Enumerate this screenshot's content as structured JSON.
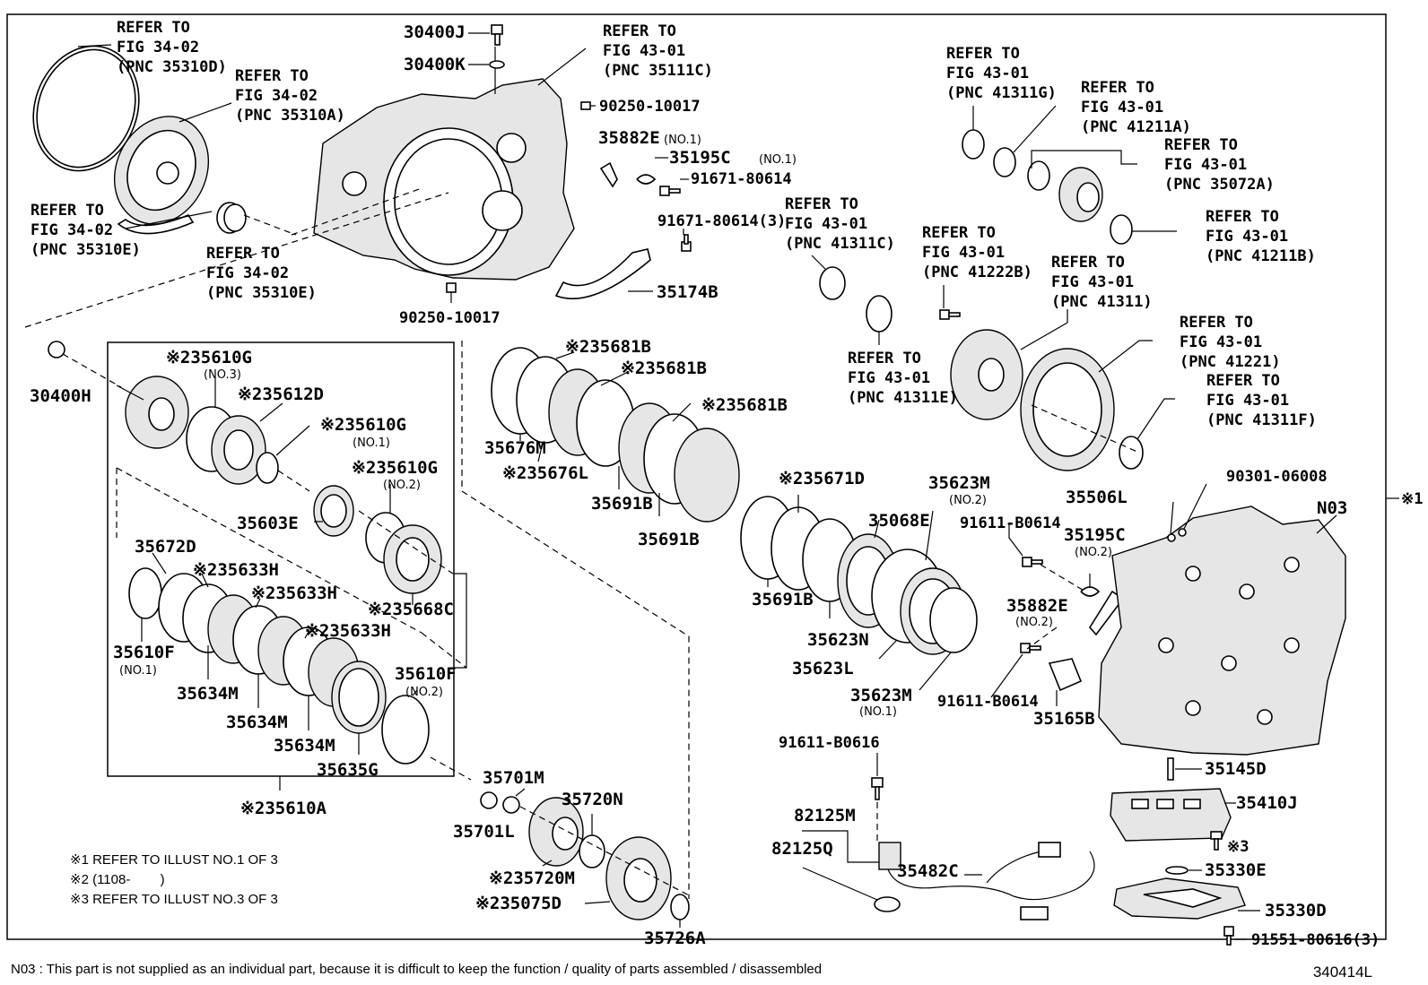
{
  "labels": [
    {
      "id": "ref-35310d",
      "lines": [
        "REFER TO",
        "FIG 34-02",
        "(PNC 35310D)"
      ]
    },
    {
      "id": "ref-35310a",
      "lines": [
        "REFER TO",
        "FIG 34-02",
        "(PNC 35310A)"
      ]
    },
    {
      "id": "ref-35310e-a",
      "lines": [
        "REFER TO",
        "FIG 34-02",
        "(PNC 35310E)"
      ]
    },
    {
      "id": "ref-35310e-b",
      "lines": [
        "REFER TO",
        "FIG 34-02",
        "(PNC 35310E)"
      ]
    },
    {
      "id": "p-30400j",
      "lines": [
        "30400J"
      ]
    },
    {
      "id": "p-30400k",
      "lines": [
        "30400K"
      ]
    },
    {
      "id": "ref-35111c",
      "lines": [
        "REFER TO",
        "FIG 43-01",
        "(PNC 35111C)"
      ]
    },
    {
      "id": "p-90250-10017-a",
      "lines": [
        "90250-10017"
      ]
    },
    {
      "id": "p-35882e-1",
      "lines": [
        "35882E"
      ]
    },
    {
      "id": "p-35195c-1",
      "lines": [
        "35195C"
      ]
    },
    {
      "id": "p-91671-80614",
      "lines": [
        "91671-80614"
      ]
    },
    {
      "id": "p-91671-80614-3",
      "lines": [
        "91671-80614(3)"
      ]
    },
    {
      "id": "p-35174b",
      "lines": [
        "35174B"
      ]
    },
    {
      "id": "p-90250-10017-b",
      "lines": [
        "90250-10017"
      ]
    },
    {
      "id": "ref-41311g",
      "lines": [
        "REFER TO",
        "FIG 43-01",
        "(PNC 41311G)"
      ]
    },
    {
      "id": "ref-41211a",
      "lines": [
        "REFER TO",
        "FIG 43-01",
        "(PNC 41211A)"
      ]
    },
    {
      "id": "ref-35072a",
      "lines": [
        "REFER TO",
        "FIG 43-01",
        "(PNC 35072A)"
      ]
    },
    {
      "id": "ref-41211b",
      "lines": [
        "REFER TO",
        "FIG 43-01",
        "(PNC 41211B)"
      ]
    },
    {
      "id": "ref-41311c",
      "lines": [
        "REFER TO",
        "FIG 43-01",
        "(PNC 41311C)"
      ]
    },
    {
      "id": "ref-41222b",
      "lines": [
        "REFER TO",
        "FIG 43-01",
        "(PNC 41222B)"
      ]
    },
    {
      "id": "ref-41311",
      "lines": [
        "REFER TO",
        "FIG 43-01",
        "(PNC 41311)"
      ]
    },
    {
      "id": "ref-41311e",
      "lines": [
        "REFER TO",
        "FIG 43-01",
        "(PNC 41311E)"
      ]
    },
    {
      "id": "ref-41221",
      "lines": [
        "REFER TO",
        "FIG 43-01",
        "(PNC 41221)"
      ]
    },
    {
      "id": "ref-41311f",
      "lines": [
        "REFER TO",
        "FIG 43-01",
        "(PNC 41311F)"
      ]
    },
    {
      "id": "p-30400h",
      "lines": [
        "30400H"
      ]
    },
    {
      "id": "p-35610g-3",
      "lines": [
        "※235610G"
      ]
    },
    {
      "id": "p-35612d",
      "lines": [
        "※235612D"
      ]
    },
    {
      "id": "p-35610g-1",
      "lines": [
        "※235610G"
      ]
    },
    {
      "id": "p-35610g-2",
      "lines": [
        "※235610G"
      ]
    },
    {
      "id": "p-35603e",
      "lines": [
        "35603E"
      ]
    },
    {
      "id": "p-35672d",
      "lines": [
        "35672D"
      ]
    },
    {
      "id": "p-35633h-a",
      "lines": [
        "※235633H"
      ]
    },
    {
      "id": "p-35633h-b",
      "lines": [
        "※235633H"
      ]
    },
    {
      "id": "p-35668c",
      "lines": [
        "※235668C"
      ]
    },
    {
      "id": "p-35633h-c",
      "lines": [
        "※235633H"
      ]
    },
    {
      "id": "p-35610f-2",
      "lines": [
        "35610F"
      ]
    },
    {
      "id": "p-35610f-1",
      "lines": [
        "35610F"
      ]
    },
    {
      "id": "p-35634m-a",
      "lines": [
        "35634M"
      ]
    },
    {
      "id": "p-35634m-b",
      "lines": [
        "35634M"
      ]
    },
    {
      "id": "p-35634m-c",
      "lines": [
        "35634M"
      ]
    },
    {
      "id": "p-35635g",
      "lines": [
        "35635G"
      ]
    },
    {
      "id": "p-35610a",
      "lines": [
        "※235610A"
      ]
    },
    {
      "id": "p-35681b-a",
      "lines": [
        "※235681B"
      ]
    },
    {
      "id": "p-35681b-b",
      "lines": [
        "※235681B"
      ]
    },
    {
      "id": "p-35681b-c",
      "lines": [
        "※235681B"
      ]
    },
    {
      "id": "p-35676m",
      "lines": [
        "35676M"
      ]
    },
    {
      "id": "p-35676l",
      "lines": [
        "※235676L"
      ]
    },
    {
      "id": "p-35691b-a",
      "lines": [
        "35691B"
      ]
    },
    {
      "id": "p-35691b-b",
      "lines": [
        "35691B"
      ]
    },
    {
      "id": "p-35671d",
      "lines": [
        "※235671D"
      ]
    },
    {
      "id": "p-35623m-2",
      "lines": [
        "35623M"
      ]
    },
    {
      "id": "p-35068e",
      "lines": [
        "35068E"
      ]
    },
    {
      "id": "p-91611-b0614-a",
      "lines": [
        "91611-B0614"
      ]
    },
    {
      "id": "p-35691b-c",
      "lines": [
        "35691B"
      ]
    },
    {
      "id": "p-35623n",
      "lines": [
        "35623N"
      ]
    },
    {
      "id": "p-35623l",
      "lines": [
        "35623L"
      ]
    },
    {
      "id": "p-35623m-1",
      "lines": [
        "35623M"
      ]
    },
    {
      "id": "p-91611-b0614-b",
      "lines": [
        "91611-B0614"
      ]
    },
    {
      "id": "p-35165b",
      "lines": [
        "35165B"
      ]
    },
    {
      "id": "p-35506l",
      "lines": [
        "35506L"
      ]
    },
    {
      "id": "p-90301-06008",
      "lines": [
        "90301-06008"
      ]
    },
    {
      "id": "p-n03",
      "lines": [
        "N03"
      ]
    },
    {
      "id": "p-35195c-2",
      "lines": [
        "35195C"
      ]
    },
    {
      "id": "p-35882e-2",
      "lines": [
        "35882E"
      ]
    },
    {
      "id": "p-35701m",
      "lines": [
        "35701M"
      ]
    },
    {
      "id": "p-35720n",
      "lines": [
        "35720N"
      ]
    },
    {
      "id": "p-35701l",
      "lines": [
        "35701L"
      ]
    },
    {
      "id": "p-35720m",
      "lines": [
        "※235720M"
      ]
    },
    {
      "id": "p-35075d",
      "lines": [
        "※235075D"
      ]
    },
    {
      "id": "p-35726a",
      "lines": [
        "35726A"
      ]
    },
    {
      "id": "p-91611-b0616",
      "lines": [
        "91611-B0616"
      ]
    },
    {
      "id": "p-82125m",
      "lines": [
        "82125M"
      ]
    },
    {
      "id": "p-82125q",
      "lines": [
        "82125Q"
      ]
    },
    {
      "id": "p-35482c",
      "lines": [
        "35482C"
      ]
    },
    {
      "id": "p-35145d",
      "lines": [
        "35145D"
      ]
    },
    {
      "id": "p-35410j",
      "lines": [
        "35410J"
      ]
    },
    {
      "id": "p-x3",
      "lines": [
        "※3"
      ]
    },
    {
      "id": "p-35330e",
      "lines": [
        "35330E"
      ]
    },
    {
      "id": "p-35330d",
      "lines": [
        "35330D"
      ]
    },
    {
      "id": "p-91551-80616",
      "lines": [
        "91551-80616(3)"
      ]
    },
    {
      "id": "p-x1",
      "lines": [
        "※1"
      ]
    }
  ],
  "sublabels": [
    {
      "id": "s-no1-a",
      "text": "(NO.1)"
    },
    {
      "id": "s-no1-b",
      "text": "(NO.1)"
    },
    {
      "id": "s-no3",
      "text": "(NO.3)"
    },
    {
      "id": "s-no1-c",
      "text": "(NO.1)"
    },
    {
      "id": "s-no2-a",
      "text": "(NO.2)"
    },
    {
      "id": "s-no2-b",
      "text": "(NO.2)"
    },
    {
      "id": "s-no1-d",
      "text": "(NO.1)"
    },
    {
      "id": "s-no2-c",
      "text": "(NO.2)"
    },
    {
      "id": "s-no1-e",
      "text": "(NO.1)"
    },
    {
      "id": "s-no2-d",
      "text": "(NO.2)"
    },
    {
      "id": "s-no2-e",
      "text": "(NO.2)"
    }
  ],
  "legend": [
    "※1 REFER TO ILLUST NO.1 OF 3",
    "※2 (1108-        )",
    "※3 REFER TO ILLUST NO.3 OF 3"
  ],
  "footer": {
    "note": "N03 : This part is not supplied as an individual part, because it is difficult to keep the function / quality of parts  assembled / disassembled",
    "figure_code": "340414L"
  }
}
